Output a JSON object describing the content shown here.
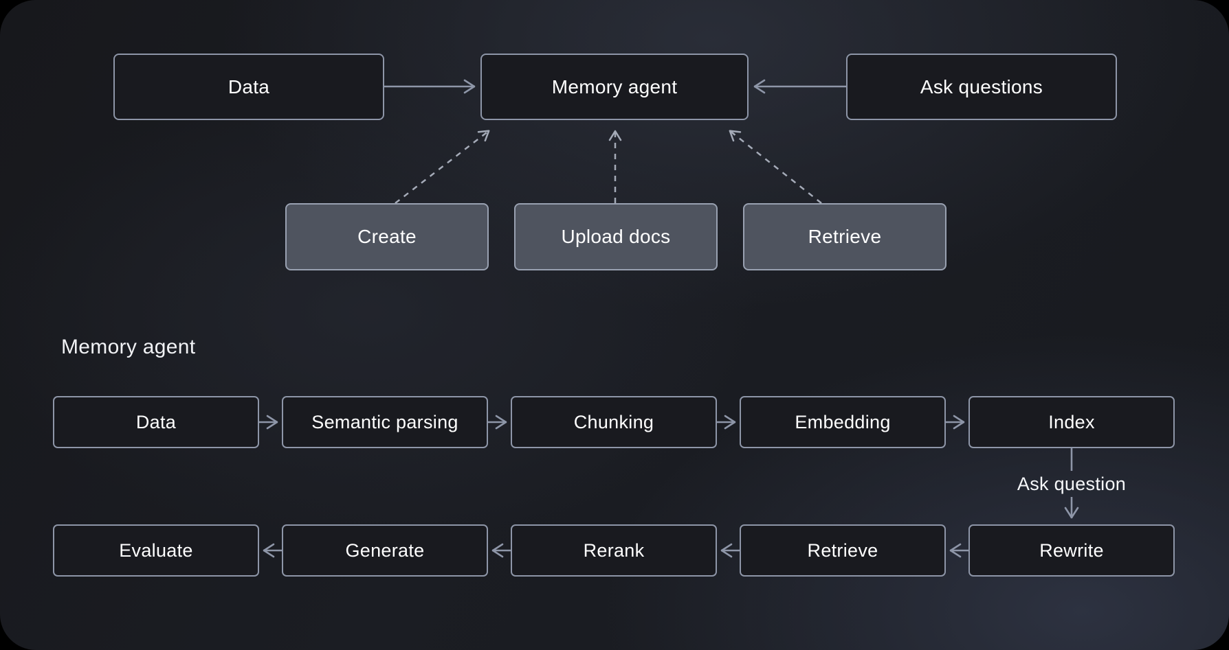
{
  "diagram": {
    "overview": {
      "nodes": {
        "data": "Data",
        "memory_agent": "Memory agent",
        "ask_questions": "Ask questions"
      },
      "operations": {
        "create": "Create",
        "upload_docs": "Upload docs",
        "retrieve": "Retrieve"
      }
    },
    "detail": {
      "section_label": "Memory agent",
      "ingest_steps": [
        "Data",
        "Semantic parsing",
        "Chunking",
        "Embedding",
        "Index"
      ],
      "ask_label": "Ask question",
      "answer_steps": [
        "Evaluate",
        "Generate",
        "Rerank",
        "Retrieve",
        "Rewrite"
      ]
    },
    "colors": {
      "canvas_background": "#1b1d23",
      "node_dark_fill": "#191a1f",
      "node_gray_fill": "#4f545f",
      "node_border": "#8e96a8",
      "solid_arrow": "#8e96a8",
      "dashed_arrow": "#a5abb8",
      "text": "#ffffff"
    }
  }
}
